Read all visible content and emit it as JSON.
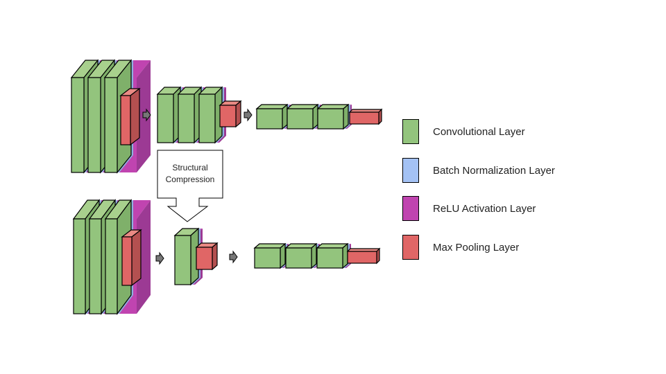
{
  "colors": {
    "conv": "#93c47d",
    "conv_top": "#a8d08d",
    "bn": "#a4c2f4",
    "relu": "#c044b0",
    "relu_side": "#9c3a94",
    "pool": "#e06666",
    "pool_top": "#ea8a84",
    "pool_side": "#b45050",
    "arrow": "#777777"
  },
  "callout": {
    "line1": "Structural",
    "line2": "Compression"
  },
  "legend": [
    {
      "key": "conv",
      "label": "Convolutional Layer"
    },
    {
      "key": "bn",
      "label": "Batch Normalization Layer"
    },
    {
      "key": "relu",
      "label": "ReLU Activation Layer"
    },
    {
      "key": "pool",
      "label": "Max Pooling Layer"
    }
  ],
  "networks": [
    {
      "name": "original-network",
      "stages": [
        {
          "conv_blocks": 3,
          "pool": true
        },
        {
          "conv_blocks": 3,
          "pool": true
        },
        {
          "conv_blocks": 3,
          "pool": true
        }
      ]
    },
    {
      "name": "compressed-network",
      "stages": [
        {
          "conv_blocks": 3,
          "pool": true
        },
        {
          "conv_blocks": 1,
          "pool": true
        },
        {
          "conv_blocks": 3,
          "pool": true
        }
      ]
    }
  ]
}
